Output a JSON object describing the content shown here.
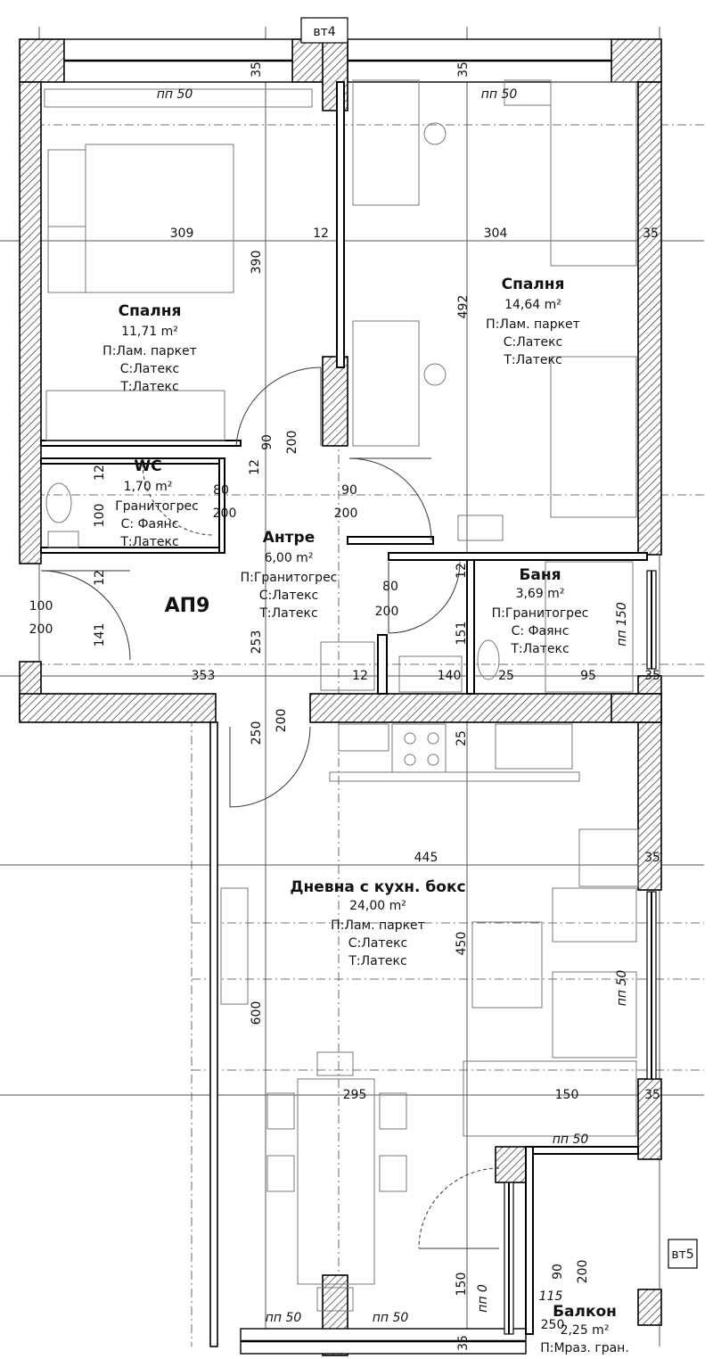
{
  "plan": {
    "apartment_label": "АП9",
    "vertical_markers": [
      {
        "id": "top",
        "label": "вт4"
      },
      {
        "id": "right",
        "label": "вт5"
      }
    ],
    "rooms": [
      {
        "key": "bedroom1",
        "title": "Спалня",
        "area": "11,71 m²",
        "lines": [
          "П:Лам. паркет",
          "С:Латекс",
          "Т:Латекс"
        ]
      },
      {
        "key": "bedroom2",
        "title": "Спалня",
        "area": "14,64 m²",
        "lines": [
          "П:Лам. паркет",
          "С:Латекс",
          "Т:Латекс"
        ]
      },
      {
        "key": "wc",
        "title": "WC",
        "area": "1,70 m²",
        "lines": [
          "Гранитогрес",
          "С: Фаянс",
          "Т:Латекс"
        ]
      },
      {
        "key": "hall",
        "title": "Антре",
        "area": "6,00 m²",
        "lines": [
          "П:Гранитогрес",
          "С:Латекс",
          "Т:Латекс"
        ]
      },
      {
        "key": "bath",
        "title": "Баня",
        "area": "3,69 m²",
        "lines": [
          "П:Гранитогрес",
          "С: Фаянс",
          "Т:Латекс"
        ]
      },
      {
        "key": "living",
        "title": "Дневна с кухн. бокс",
        "area": "24,00 m²",
        "lines": [
          "П:Лам. паркет",
          "С:Латекс",
          "Т:Латекс"
        ]
      },
      {
        "key": "balcony",
        "title": "Балкон",
        "area": "2,25 m²",
        "lines": [
          "П:Мраз. гран."
        ]
      }
    ],
    "dimensions": [
      "35",
      "35",
      "пп 50",
      "пп 50",
      "309",
      "12",
      "304",
      "35",
      "390",
      "492",
      "90",
      "200",
      "12",
      "12",
      "80",
      "200",
      "90",
      "200",
      "100",
      "100",
      "200",
      "12",
      "141",
      "80",
      "200",
      "12",
      "151",
      "пп 150",
      "253",
      "353",
      "12",
      "140",
      "25",
      "95",
      "35",
      "250",
      "200",
      "25",
      "445",
      "35",
      "450",
      "пп 50",
      "600",
      "295",
      "150",
      "35",
      "пп 50",
      "150",
      "пп 0",
      "90",
      "115",
      "200",
      "250",
      "пп 50",
      "пп 50",
      "35"
    ]
  }
}
